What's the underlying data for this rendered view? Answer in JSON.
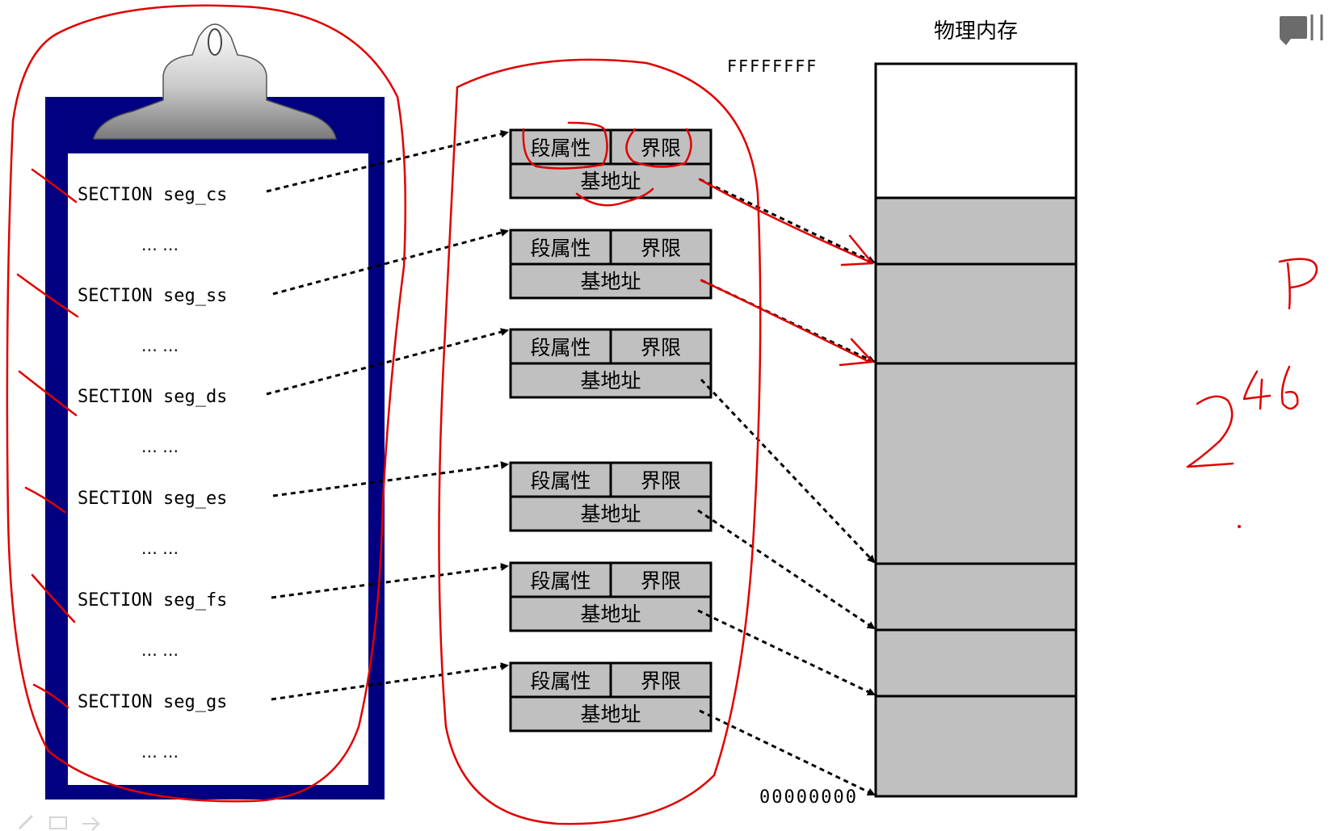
{
  "memory": {
    "title": "物理内存",
    "top_address": "FFFFFFFF",
    "bottom_address": "00000000"
  },
  "program": {
    "sections": [
      "SECTION  seg_cs",
      "SECTION  seg_ss",
      "SECTION  seg_ds",
      "SECTION  seg_es",
      "SECTION  seg_fs",
      "SECTION  seg_gs"
    ],
    "ellipsis": "… …"
  },
  "descriptor": {
    "attr_label": "段属性",
    "limit_label": "界限",
    "base_label": "基地址"
  },
  "annotations": {
    "letter": "P",
    "base": "2",
    "exponent": "46"
  },
  "colors": {
    "clipboard_frame": "#000080",
    "segment_fill": "#c0c0c0",
    "free_memory": "#ffffff",
    "ink_red": "#e00000",
    "line": "#000000"
  },
  "icons": [
    "clipboard-clip-icon",
    "presentation-icon",
    "pen-icon",
    "note-icon",
    "arrow-icon"
  ]
}
